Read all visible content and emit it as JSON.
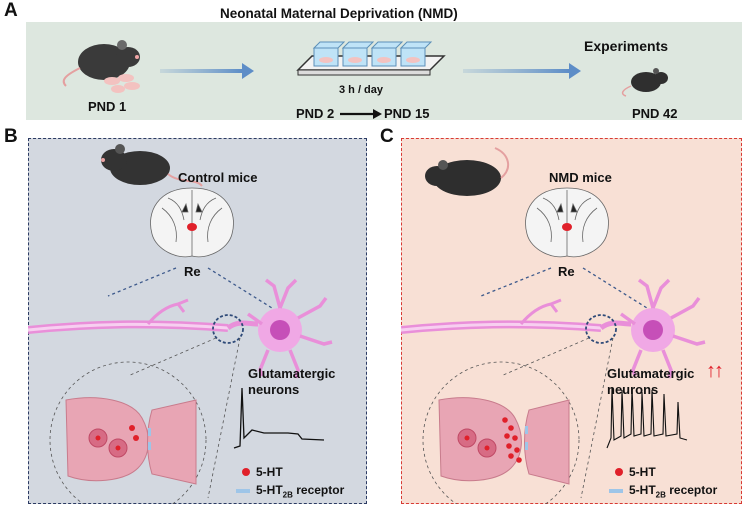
{
  "panels": {
    "a": {
      "letter": "A",
      "title": "Neonatal Maternal Deprivation (NMD)",
      "pnd1": "PND 1",
      "duration": "3 h / day",
      "pnd_start": "PND 2",
      "pnd_end": "PND 15",
      "experiments": "Experiments",
      "pnd42": "PND 42"
    },
    "b": {
      "letter": "B",
      "mice_label": "Control mice",
      "region": "Re",
      "neuron_label_line1": "Glutamatergic",
      "neuron_label_line2": "neurons",
      "legend_5ht": "5-HT",
      "legend_receptor_prefix": "5-HT",
      "legend_receptor_sub": "2B",
      "legend_receptor_suffix": " receptor"
    },
    "c": {
      "letter": "C",
      "mice_label": "NMD mice",
      "region": "Re",
      "neuron_label_line1": "Glutamatergic",
      "neuron_label_line2": "neurons",
      "increase_arrows": "↑↑",
      "legend_5ht": "5-HT",
      "legend_receptor_prefix": "5-HT",
      "legend_receptor_sub": "2B",
      "legend_receptor_suffix": " receptor"
    }
  },
  "colors": {
    "top_bg": "#dde7df",
    "control_bg": "#d3d8e0",
    "control_border": "#2c3b63",
    "nmd_bg": "#f8e0d5",
    "nmd_border": "#d83a34",
    "neuron": "#e98fd9",
    "serotonin": "#e0202a",
    "receptor": "#9ec5e8"
  }
}
